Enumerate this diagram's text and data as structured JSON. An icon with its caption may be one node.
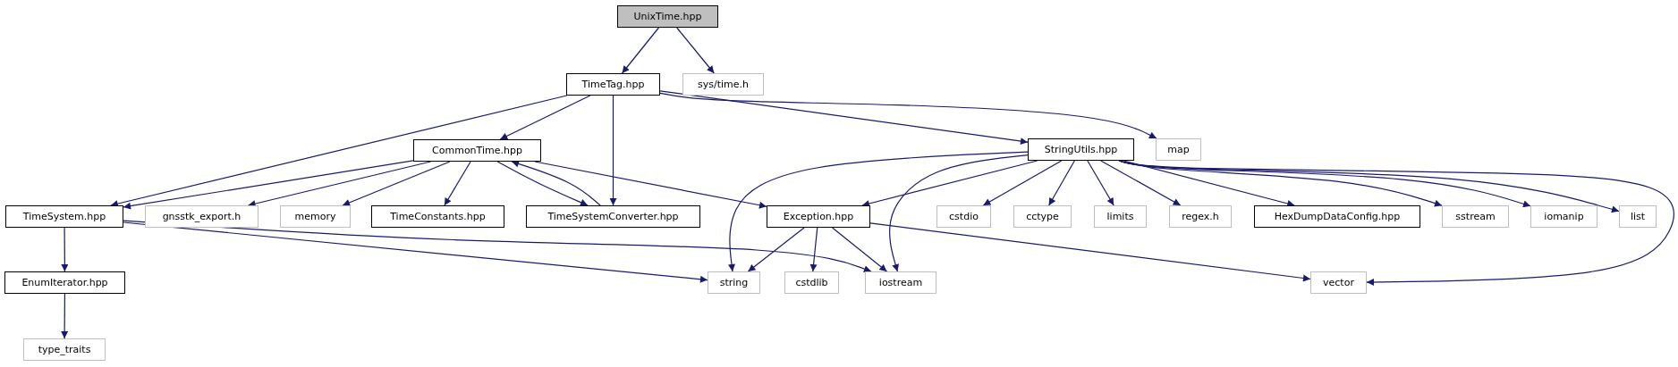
{
  "diagram": {
    "nodes": [
      {
        "text": [
          "UnixTime.hpp"
        ]
      },
      {
        "text": [
          "TimeTag.hpp"
        ]
      },
      {
        "text": [
          "sys/time.h"
        ]
      },
      {
        "text": [
          "CommonTime.hpp"
        ]
      },
      {
        "text": [
          "StringUtils.hpp"
        ]
      },
      {
        "text": [
          "map"
        ]
      },
      {
        "text": [
          "TimeSystem.hpp"
        ]
      },
      {
        "text": [
          "gnsstk_export.h"
        ]
      },
      {
        "text": [
          "memory"
        ]
      },
      {
        "text": [
          "TimeConstants.hpp"
        ]
      },
      {
        "text": [
          "TimeSystemConverter.hpp"
        ]
      },
      {
        "text": [
          "Exception.hpp"
        ]
      },
      {
        "text": [
          "cstdio"
        ]
      },
      {
        "text": [
          "cctype"
        ]
      },
      {
        "text": [
          "limits"
        ]
      },
      {
        "text": [
          "regex.h"
        ]
      },
      {
        "text": [
          "HexDumpDataConfig.hpp"
        ]
      },
      {
        "text": [
          "sstream"
        ]
      },
      {
        "text": [
          "iomanip"
        ]
      },
      {
        "text": [
          "list"
        ]
      },
      {
        "text": [
          "EnumIterator.hpp"
        ]
      },
      {
        "text": [
          "string"
        ]
      },
      {
        "text": [
          "cstdlib"
        ]
      },
      {
        "text": [
          "iostream"
        ]
      },
      {
        "text": [
          "vector"
        ]
      },
      {
        "text": [
          "type_traits"
        ]
      }
    ],
    "edges": [
      {
        "from": 0,
        "to": 1,
        "arrow": "to"
      },
      {
        "from": 0,
        "to": 2,
        "arrow": "to"
      },
      {
        "from": 1,
        "to": 3,
        "arrow": "to"
      },
      {
        "from": 1,
        "to": 6,
        "arrow": "to"
      },
      {
        "from": 1,
        "to": 10,
        "arrow": "to"
      },
      {
        "from": 1,
        "to": 4,
        "arrow": "to"
      },
      {
        "from": 1,
        "to": 5,
        "arrow": "to"
      },
      {
        "from": 3,
        "to": 6,
        "arrow": "to"
      },
      {
        "from": 3,
        "to": 7,
        "arrow": "to"
      },
      {
        "from": 3,
        "to": 8,
        "arrow": "to"
      },
      {
        "from": 3,
        "to": 9,
        "arrow": "to"
      },
      {
        "from": 3,
        "to": 10,
        "arrow": "to"
      },
      {
        "from": 3,
        "to": 11,
        "arrow": "to"
      },
      {
        "from": 10,
        "to": 3,
        "arrow": "to"
      },
      {
        "from": 6,
        "to": 20,
        "arrow": "to"
      },
      {
        "from": 6,
        "to": 21,
        "arrow": "to"
      },
      {
        "from": 6,
        "to": 23,
        "arrow": "to"
      },
      {
        "from": 20,
        "to": 25,
        "arrow": "to"
      },
      {
        "from": 4,
        "to": 11,
        "arrow": "to"
      },
      {
        "from": 4,
        "to": 21,
        "arrow": "to"
      },
      {
        "from": 4,
        "to": 23,
        "arrow": "to"
      },
      {
        "from": 4,
        "to": 12,
        "arrow": "to"
      },
      {
        "from": 4,
        "to": 13,
        "arrow": "to"
      },
      {
        "from": 4,
        "to": 14,
        "arrow": "to"
      },
      {
        "from": 4,
        "to": 15,
        "arrow": "to"
      },
      {
        "from": 4,
        "to": 16,
        "arrow": "to"
      },
      {
        "from": 4,
        "to": 17,
        "arrow": "to"
      },
      {
        "from": 4,
        "to": 18,
        "arrow": "to"
      },
      {
        "from": 4,
        "to": 19,
        "arrow": "to"
      },
      {
        "from": 4,
        "to": 24,
        "arrow": "to"
      },
      {
        "from": 11,
        "to": 21,
        "arrow": "to"
      },
      {
        "from": 11,
        "to": 22,
        "arrow": "to"
      },
      {
        "from": 11,
        "to": 23,
        "arrow": "to"
      },
      {
        "from": 11,
        "to": 24,
        "arrow": "to"
      }
    ]
  }
}
